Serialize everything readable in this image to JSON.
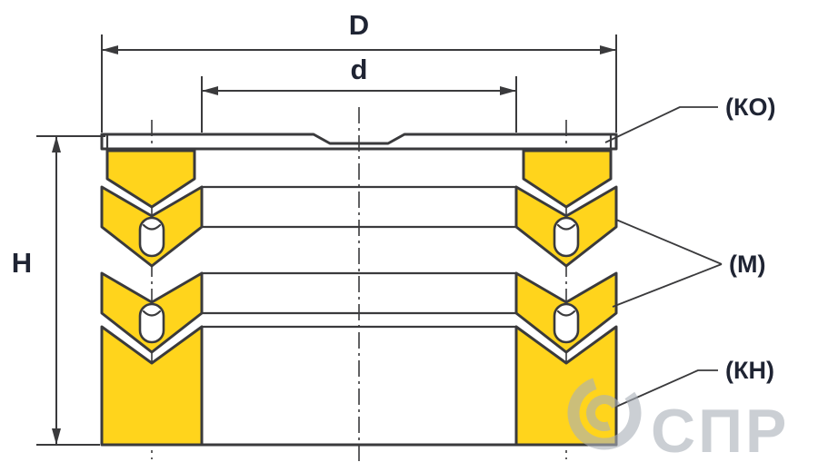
{
  "dimension_labels": {
    "outer_diameter": "D",
    "inner_diameter": "d",
    "height": "H"
  },
  "callout_labels": {
    "pressure_ring": "(КО)",
    "sealing_rings": "(М)",
    "support_ring": "(КН)"
  },
  "watermark": {
    "text": "СПР"
  },
  "colors": {
    "seal_yellow": "#FFD41C",
    "line_dark": "#3A3A3C",
    "label_dark": "#1F2433",
    "watermark_gray": "#AAB0B9",
    "background": "#FFFFFF"
  }
}
